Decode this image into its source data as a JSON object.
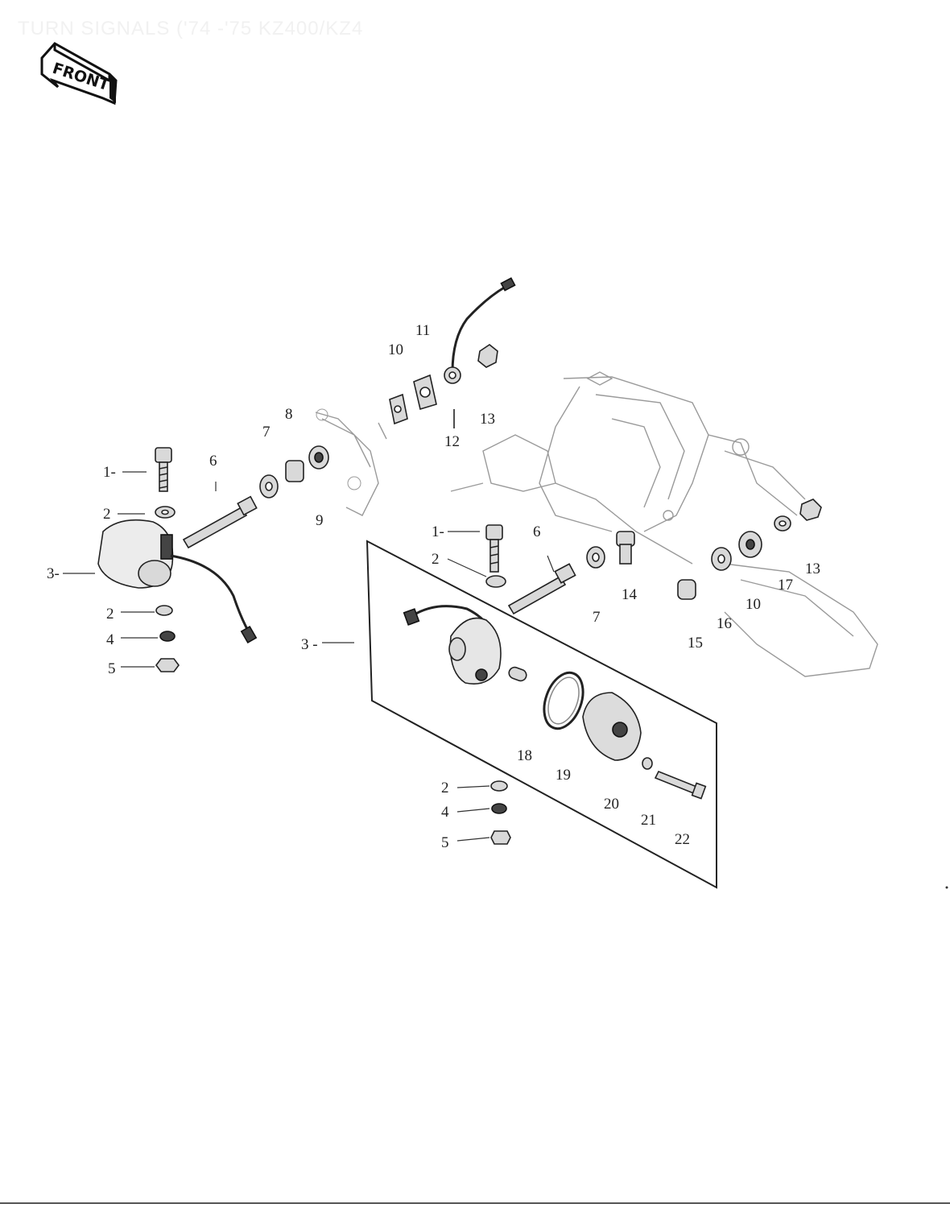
{
  "page": {
    "title": "TURN SIGNALS ('74 -'75 KZ400/KZ4"
  },
  "front_badge": {
    "text": "FRONT"
  },
  "diagram": {
    "callouts": [
      {
        "id": "c1a",
        "text": "1-"
      },
      {
        "id": "c2a",
        "text": "2"
      },
      {
        "id": "c3a",
        "text": "3-"
      },
      {
        "id": "c2b",
        "text": "2"
      },
      {
        "id": "c4a",
        "text": "4"
      },
      {
        "id": "c5a",
        "text": "5"
      },
      {
        "id": "c6a",
        "text": "6"
      },
      {
        "id": "c7a",
        "text": "7"
      },
      {
        "id": "c8a",
        "text": "8"
      },
      {
        "id": "c9a",
        "text": "9"
      },
      {
        "id": "c10a",
        "text": "10"
      },
      {
        "id": "c11a",
        "text": "11"
      },
      {
        "id": "c12a",
        "text": "12"
      },
      {
        "id": "c13a",
        "text": "13"
      },
      {
        "id": "c1b",
        "text": "1-"
      },
      {
        "id": "c2c",
        "text": "2"
      },
      {
        "id": "c6b",
        "text": "6"
      },
      {
        "id": "c7b",
        "text": "7"
      },
      {
        "id": "c14a",
        "text": "14"
      },
      {
        "id": "c15a",
        "text": "15"
      },
      {
        "id": "c16a",
        "text": "16"
      },
      {
        "id": "c10b",
        "text": "10"
      },
      {
        "id": "c17a",
        "text": "17"
      },
      {
        "id": "c13b",
        "text": "13"
      },
      {
        "id": "c3b",
        "text": "3 -"
      },
      {
        "id": "c18a",
        "text": "18"
      },
      {
        "id": "c19a",
        "text": "19"
      },
      {
        "id": "c20a",
        "text": "20"
      },
      {
        "id": "c21a",
        "text": "21"
      },
      {
        "id": "c22a",
        "text": "22"
      },
      {
        "id": "c2d",
        "text": "2"
      },
      {
        "id": "c4b",
        "text": "4"
      },
      {
        "id": "c5b",
        "text": "5"
      }
    ]
  }
}
